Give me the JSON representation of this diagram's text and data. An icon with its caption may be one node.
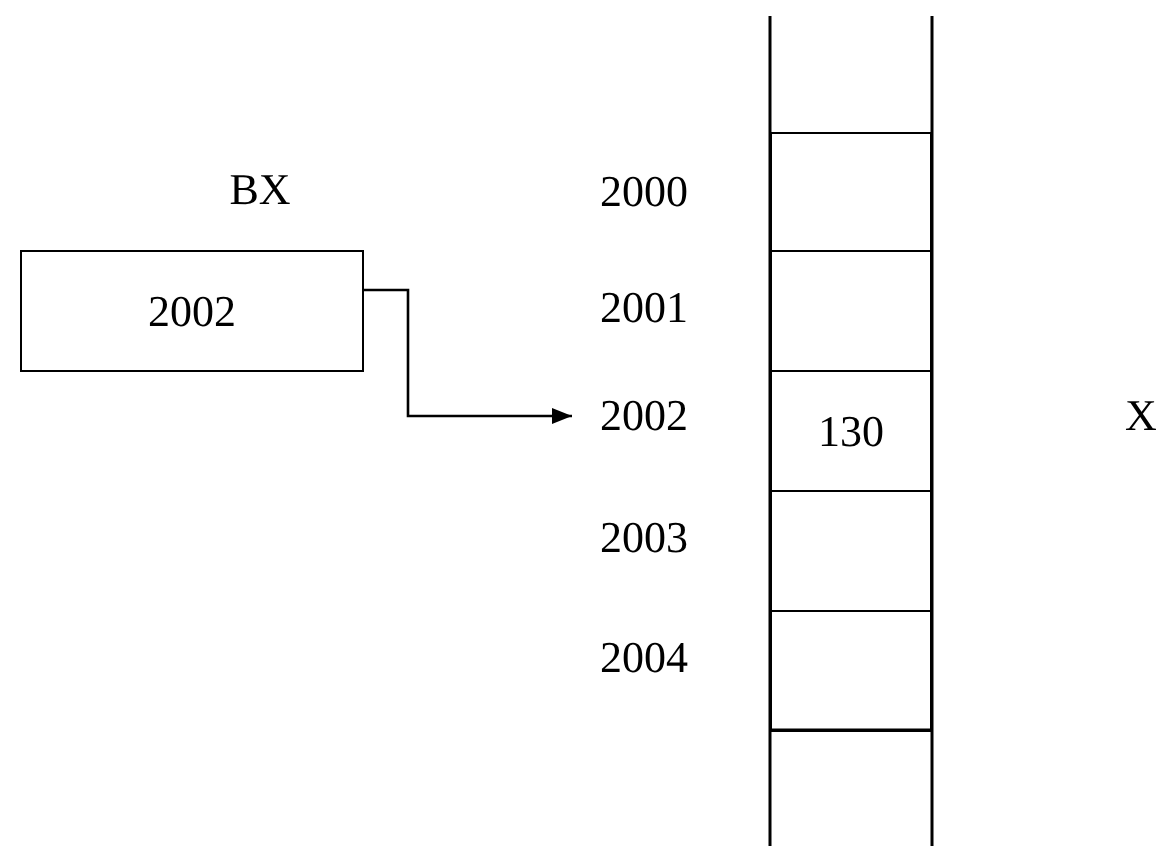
{
  "diagram": {
    "nodes": [
      {
        "text": [
          "2002"
        ],
        "beside": [
          "BX"
        ]
      },
      {
        "text": [
          "2002"
        ]
      },
      {
        "text": [],
        "shape": "box"
      },
      {
        "text": [],
        "shape": "box"
      },
      {
        "text": [
          "130"
        ]
      },
      {
        "text": [],
        "shape": "box"
      },
      {
        "text": [],
        "shape": "box"
      }
    ],
    "edges": [
      {
        "from": 0,
        "to": 1,
        "arrow": "to"
      }
    ],
    "labels": [
      "2000",
      "2001",
      "X",
      "2003",
      "2004"
    ]
  }
}
